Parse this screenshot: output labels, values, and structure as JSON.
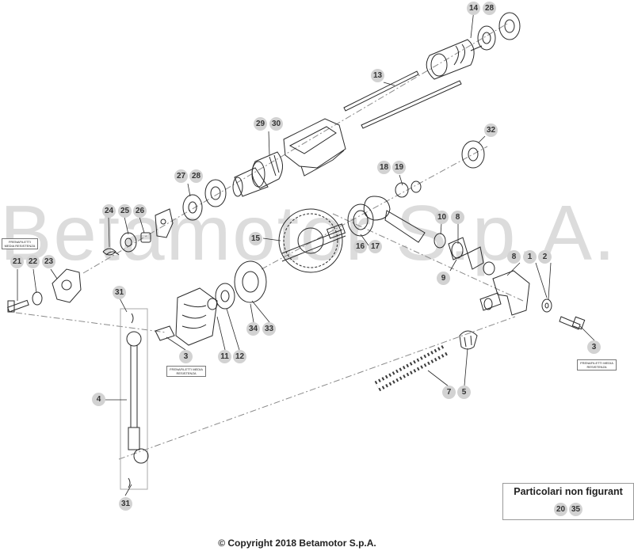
{
  "watermark": "Betamotor S.p.A.",
  "callouts": {
    "c14": "14",
    "c28a": "28",
    "c13": "13",
    "c29": "29",
    "c30": "30",
    "c32": "32",
    "c18": "18",
    "c19": "19",
    "c27": "27",
    "c28b": "28",
    "c24": "24",
    "c25": "25",
    "c26": "26",
    "c15": "15",
    "c16": "16",
    "c17": "17",
    "c10": "10",
    "c8a": "8",
    "c8b": "8",
    "c1": "1",
    "c9": "9",
    "c2": "2",
    "c21": "21",
    "c22": "22",
    "c23": "23",
    "c31a": "31",
    "c34": "34",
    "c33": "33",
    "c11": "11",
    "c12": "12",
    "c3a": "3",
    "c3b": "3",
    "c4": "4",
    "c7": "7",
    "c5": "5",
    "c31b": "31",
    "c20": "20",
    "c35": "35"
  },
  "notes": {
    "left": "FRENAFILETTI MEDIA RESISTENZA",
    "center": "FRENAFILETTI MEDIA RESISTENZA",
    "right": "FRENAFILETTI MEDIA RESISTENZA"
  },
  "legend": {
    "title": "Particolari non figurant"
  },
  "footer": {
    "copyright": "© Copyright 2018 Betamotor S.p.A."
  }
}
